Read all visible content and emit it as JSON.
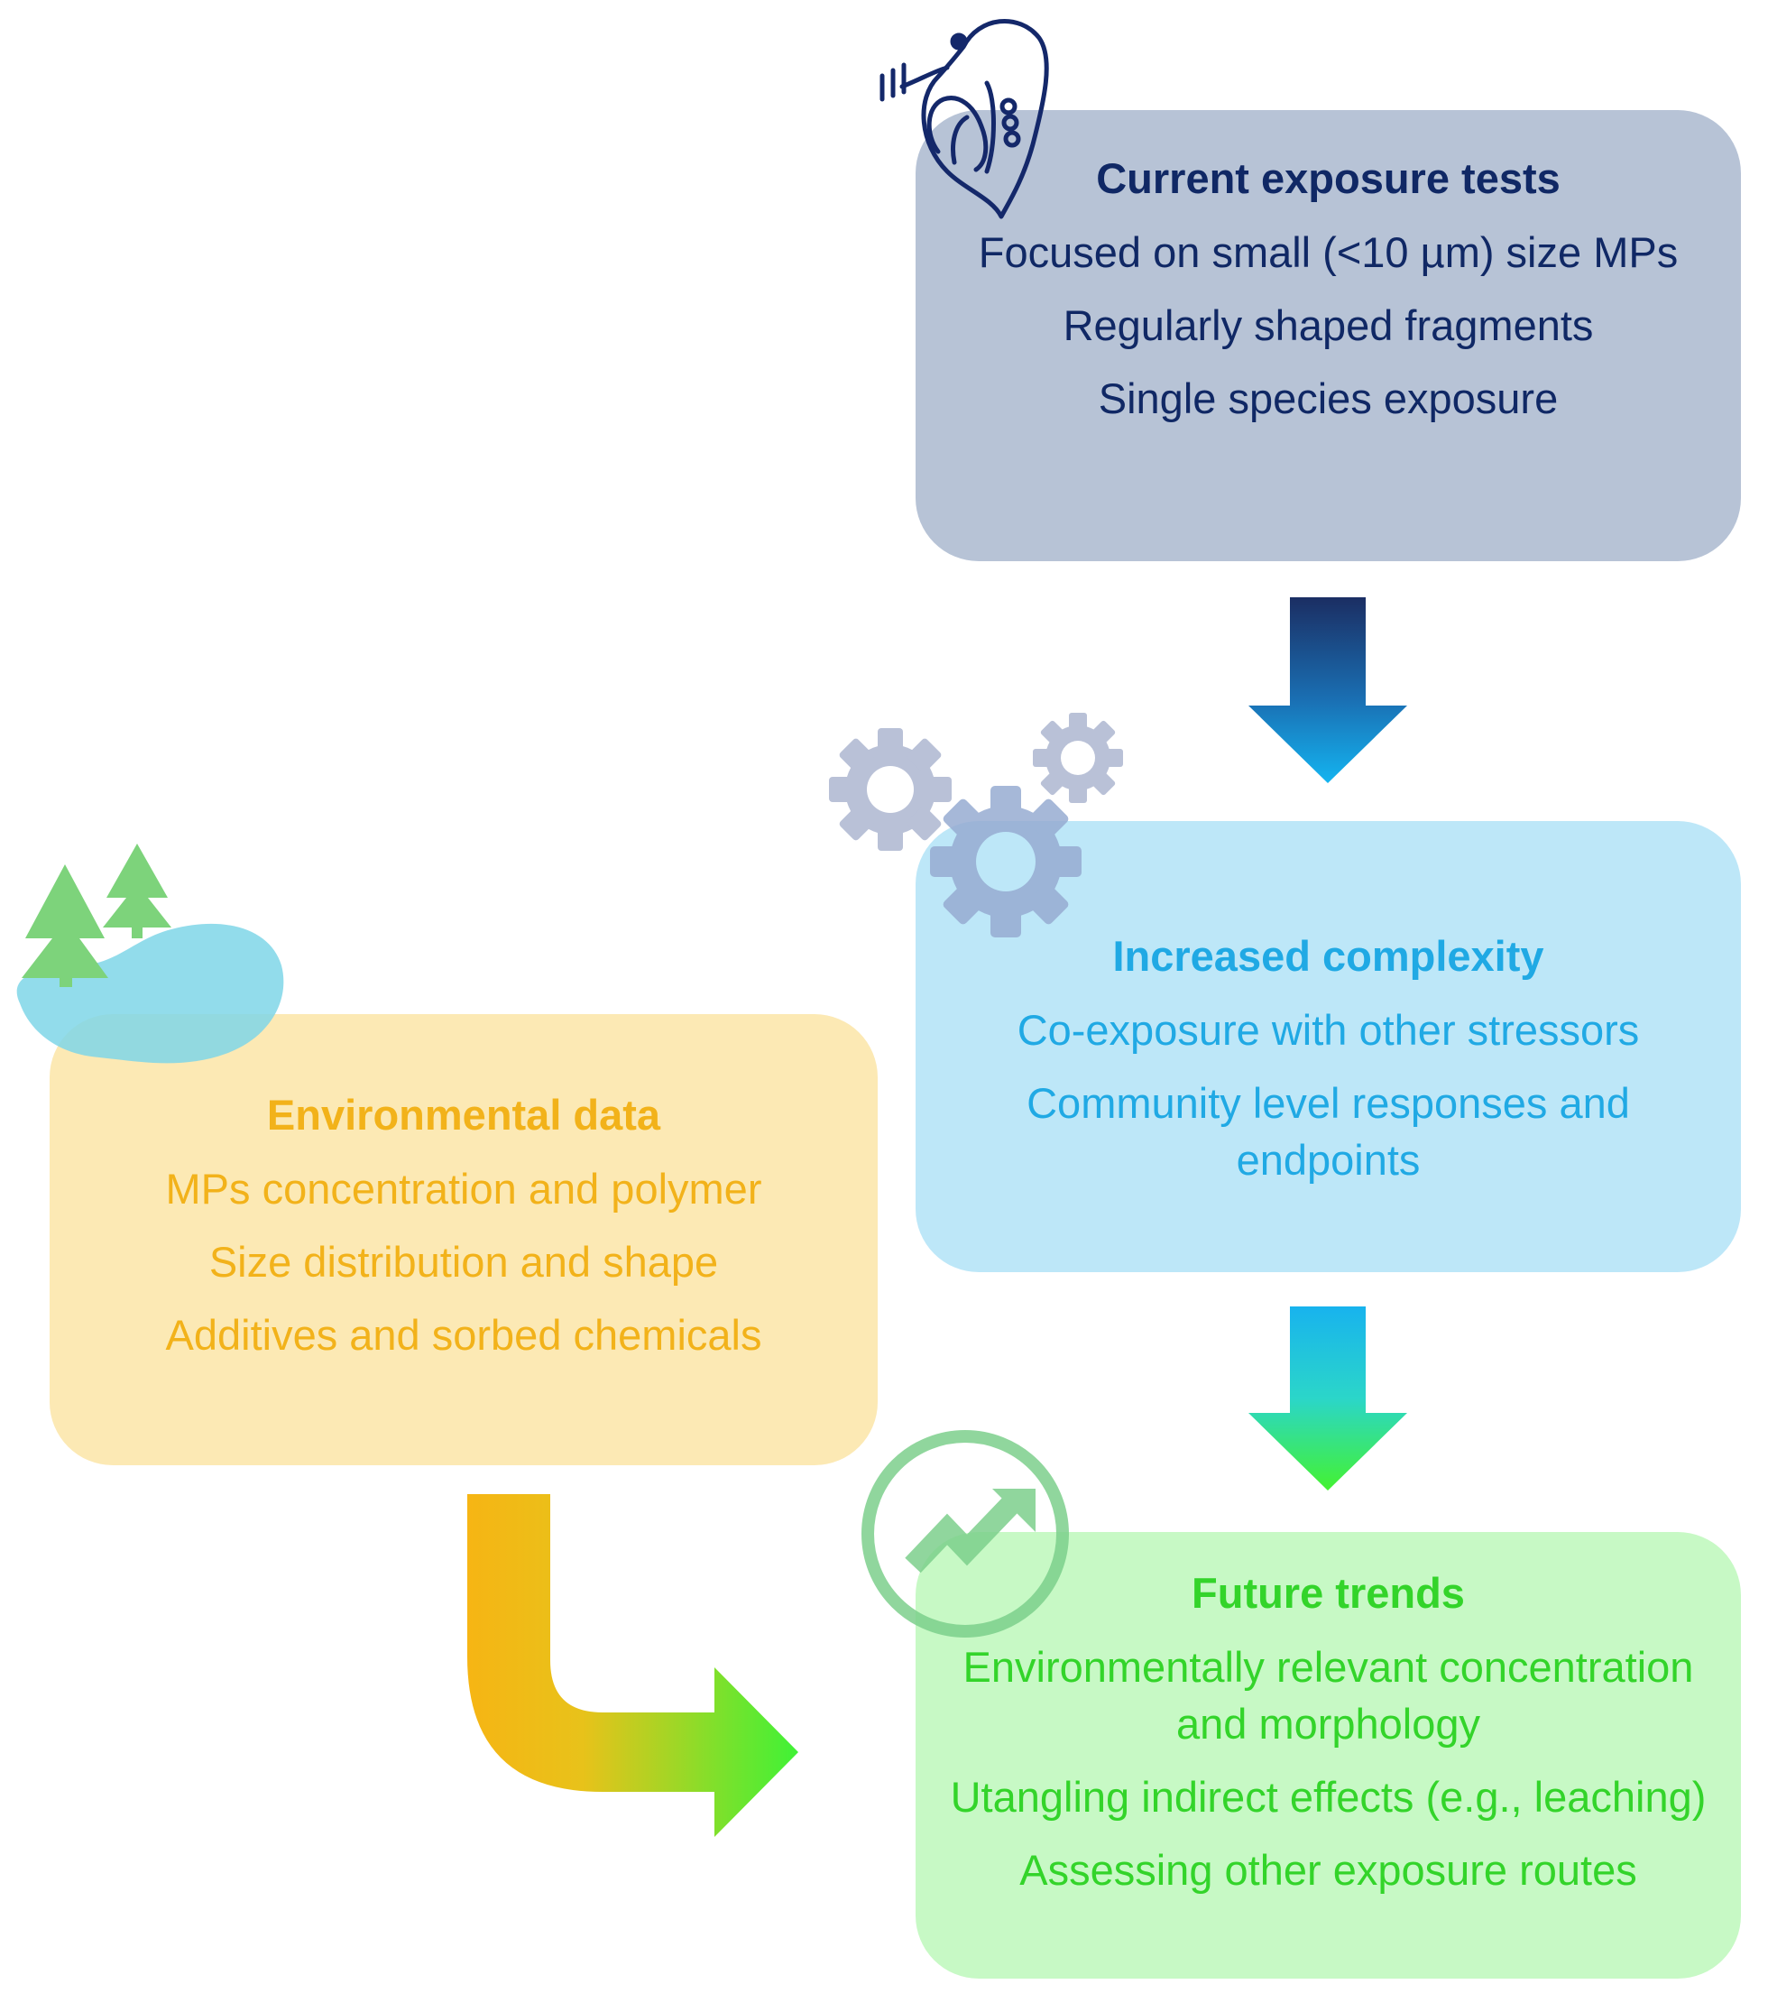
{
  "current": {
    "title": "Current exposure tests",
    "items": [
      "Focused on small (<10 µm) size MPs",
      "Regularly shaped fragments",
      "Single species exposure"
    ]
  },
  "complexity": {
    "title": "Increased complexity",
    "items": [
      "Co-exposure with other stressors",
      "Community level responses and endpoints"
    ]
  },
  "environmental": {
    "title": "Environmental data",
    "items": [
      "MPs concentration and polymer",
      "Size distribution and shape",
      "Additives and sorbed chemicals"
    ]
  },
  "future": {
    "title": "Future trends",
    "items": [
      "Environmentally relevant concentration and morphology",
      "Utangling indirect effects (e.g., leaching)",
      "Assessing other exposure routes"
    ]
  },
  "icons": [
    "daphnia-icon",
    "gears-icon",
    "trees-lake-icon",
    "trend-up-icon"
  ],
  "colors": {
    "current_bg": "#b7c3d6",
    "current_text": "#102865",
    "complexity_bg": "#bde7f8",
    "complexity_text": "#20a9e4",
    "environmental_bg": "#fce9b4",
    "environmental_text": "#f2b21a",
    "future_bg": "#c7f9c5",
    "future_text": "#33d42a"
  }
}
